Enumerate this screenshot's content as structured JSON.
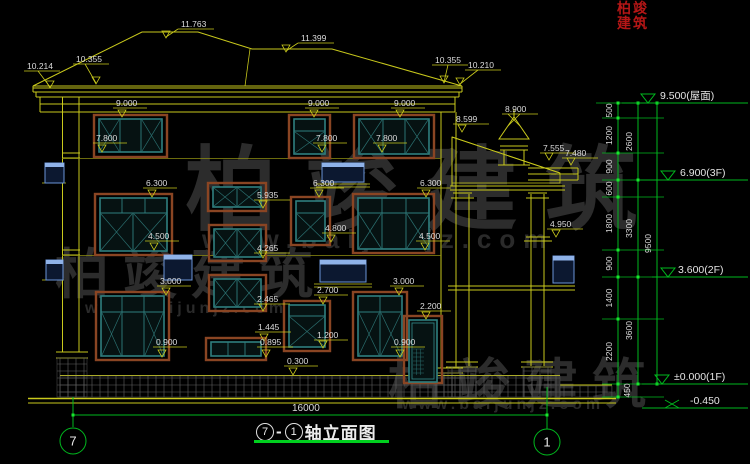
{
  "drawing": {
    "title": {
      "axis_start": "7",
      "separator": "-",
      "axis_end": "1",
      "name": "轴立面图"
    },
    "axis_bubbles": {
      "left": "7",
      "right": "1"
    },
    "total_width_dim": "16000",
    "elevation_marks": {
      "e11763": "11.763",
      "e11399": "11.399",
      "e10355": "10.355",
      "e10214": "10.214",
      "e10210": "10.210",
      "e9000": "9.000",
      "e8900": "8.900",
      "e8599": "8.599",
      "e7800": "7.800",
      "e7555": "7.555",
      "e7480": "7.480",
      "e6300": "6.300",
      "e5935": "5.935",
      "e4950": "4.950",
      "e4800": "4.800",
      "e4500": "4.500",
      "e4265": "4.265",
      "e3000": "3.000",
      "e2700": "2.700",
      "e2465": "2.465",
      "e2200": "2.200",
      "e1445": "1.445",
      "e1200": "1.200",
      "e0900": "0.900",
      "e0895": "0.895",
      "e0300": "0.300"
    },
    "right_dim_chain": {
      "col1": [
        "500",
        "1200",
        "900",
        "600",
        "1800",
        "900",
        "1400",
        "2200"
      ],
      "foundation": "450",
      "col2": [
        "2600",
        "3300",
        "3600"
      ],
      "total": "9500"
    },
    "level_flags": {
      "roof": "9.500(屋面)",
      "f3": "6.900(3F)",
      "f2": "3.600(2F)",
      "f1": "±0.000(1F)",
      "below": "-0.450"
    }
  },
  "watermark": {
    "brand": "柏竣建筑",
    "url": "www.baijunjz.com",
    "stamp": "柏竣建筑"
  },
  "colors": {
    "line_yellow": "#c9c91c",
    "dim_green": "#00b91e",
    "frame_teal": "#2f7f7f",
    "surround_brown": "#8a4523",
    "railing_blue": "#6a94d8",
    "text_white": "#dcdcdc",
    "stamp_red": "#b51616",
    "background": "#000000"
  }
}
